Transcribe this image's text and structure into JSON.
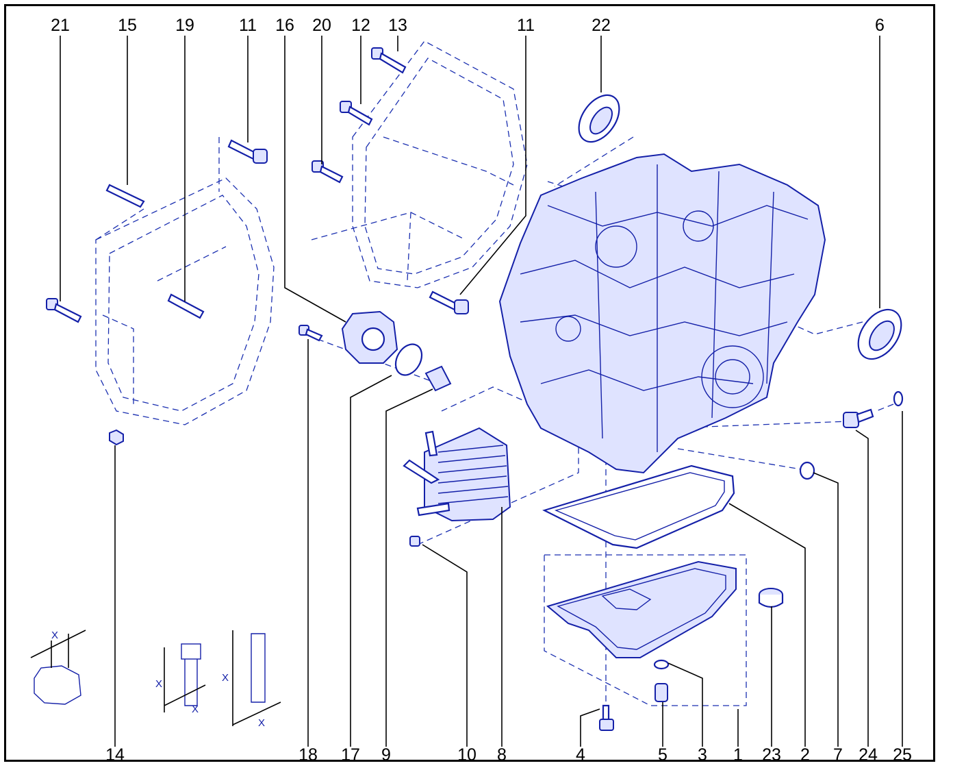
{
  "callouts_top": [
    "21",
    "15",
    "19",
    "11",
    "16",
    "20",
    "12",
    "13",
    "11",
    "22",
    "6"
  ],
  "callouts_bottom": [
    "14",
    "18",
    "17",
    "9",
    "10",
    "8",
    "4",
    "5",
    "3",
    "1",
    "23",
    "2",
    "7",
    "24",
    "25"
  ],
  "dimension_marks": [
    "X",
    "X",
    "X",
    "X",
    "X"
  ],
  "colors": {
    "parts": "#1420a8",
    "labels": "#000000",
    "frame": "#000000"
  }
}
